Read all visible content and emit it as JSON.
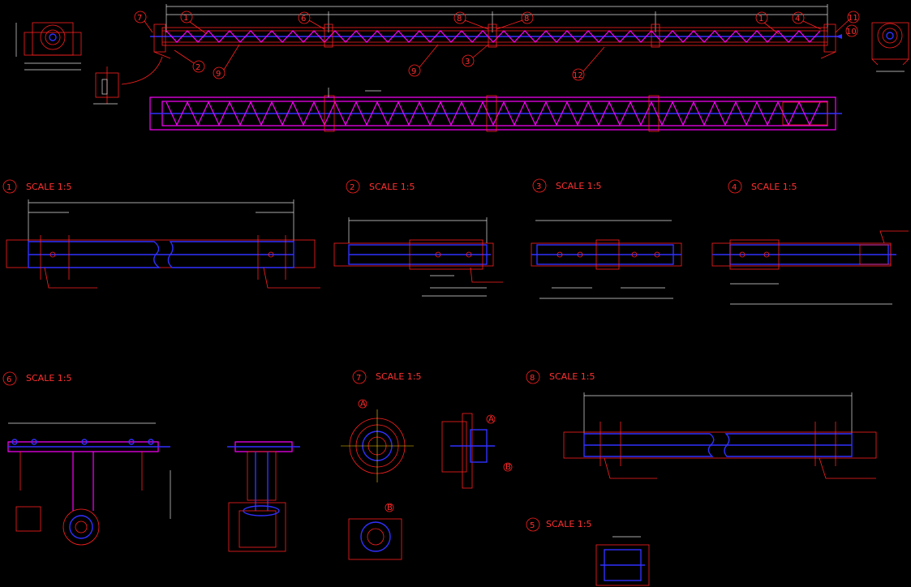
{
  "views": [
    {
      "id": "view-1",
      "num": "1",
      "label": "SCALE 1:5"
    },
    {
      "id": "view-2",
      "num": "2",
      "label": "SCALE 1:5"
    },
    {
      "id": "view-3",
      "num": "3",
      "label": "SCALE 1:5"
    },
    {
      "id": "view-4",
      "num": "4",
      "label": "SCALE 1:5"
    },
    {
      "id": "view-6",
      "num": "6",
      "label": "SCALE 1:5"
    },
    {
      "id": "view-7",
      "num": "7",
      "label": "SCALE 1:5"
    },
    {
      "id": "view-8",
      "num": "8",
      "label": "SCALE 1:5"
    },
    {
      "id": "view-5",
      "num": "5",
      "label": "SCALE 1:5"
    }
  ],
  "balloons": [
    "7",
    "1",
    "6",
    "8",
    "8",
    "1",
    "4",
    "11",
    "10",
    "2",
    "9",
    "9",
    "3",
    "12"
  ],
  "section_marks": [
    "A",
    "A",
    "B",
    "B"
  ],
  "colors": {
    "background": "#000000",
    "lines": "#ff2020",
    "screw": "#ff00ff",
    "shaft": "#3030ff",
    "dimensions": "#ff3030"
  }
}
